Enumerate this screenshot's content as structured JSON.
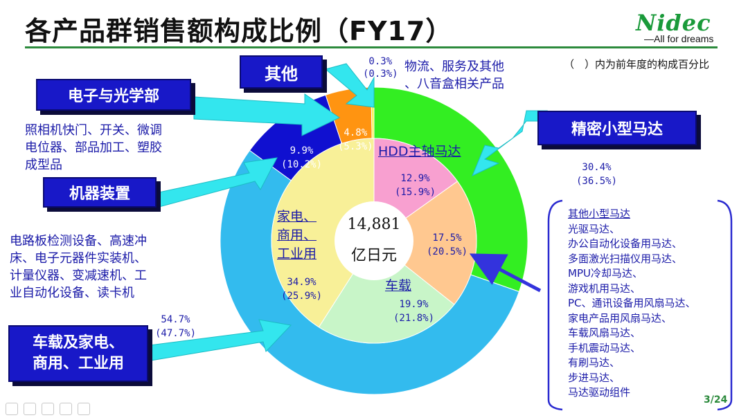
{
  "title": "各产品群销售额构成比例（FY17）",
  "logo": {
    "word": "Nidec",
    "tagline": "All for dreams"
  },
  "note": "（　）内为前年度的构成百分比",
  "page_number": "3/24",
  "center": {
    "value": "14,881",
    "unit": "亿日元"
  },
  "callouts": {
    "other": "其他",
    "electronics": "电子与光学部",
    "machinery": "机器装置",
    "auto_home": [
      "车载及家电、",
      "商用、工业用"
    ],
    "precision": "精密小型马达"
  },
  "descriptions": {
    "other": [
      "物流、服务及其他",
      "、八音盒相关产品"
    ],
    "electronics": [
      "照相机快门、开关、微调",
      "电位器、部品加工、塑胶",
      "成型品"
    ],
    "machinery": [
      "电路板检测设备、高速冲",
      "床、电子元器件实装机、",
      "计量仪器、变减速机、工",
      "业自动化设备、读卡机"
    ],
    "small_motor_title": "其他小型马达",
    "small_motor_items": [
      "光驱马达、",
      "办公自动化设备用马达、",
      "多面激光扫描仪用马达、",
      "MPU冷却马达、",
      "游戏机用马达、",
      "PC、通讯设备用风扇马达、",
      "家电产品用风扇马达、",
      "车载风扇马达、",
      "手机震动马达、",
      "有刷马达、",
      "步进马达、",
      "马达驱动组件"
    ]
  },
  "chart_data": {
    "type": "pie",
    "rings": [
      {
        "ring": "outer",
        "slices": [
          {
            "label": "精密小型马达",
            "value": 30.4,
            "prev": 36.5,
            "color": "#33ee22"
          },
          {
            "label": "车载及家电、商用、工业用",
            "value": 54.7,
            "prev": 47.7,
            "color": "#33bbee"
          },
          {
            "label": "机器装置",
            "value": 9.9,
            "prev": 10.2,
            "color": "#1010d0"
          },
          {
            "label": "电子与光学部",
            "value": 4.8,
            "prev": 5.3,
            "color": "#ff9411"
          },
          {
            "label": "其他",
            "value": 0.3,
            "prev": 0.3,
            "color": "#ffee55"
          }
        ]
      },
      {
        "ring": "inner",
        "slices": [
          {
            "label": "HDD主轴马达",
            "value": 12.9,
            "prev": 15.9,
            "color": "#f8a0d0"
          },
          {
            "label": "其他小型马达",
            "value": 17.5,
            "prev": 20.5,
            "color": "#ffc890"
          },
          {
            "label": "车载",
            "value": 19.9,
            "prev": 21.8,
            "color": "#c8f5c8"
          },
          {
            "label": "家电、商用、工业用",
            "value": 34.9,
            "prev": 25.9,
            "color": "#f8f098"
          }
        ]
      }
    ],
    "labels": {
      "precision": [
        "30.4%",
        "(36.5%)"
      ],
      "auto_home": [
        "54.7%",
        "(47.7%)"
      ],
      "machinery": [
        "9.9%",
        "(10.2%)"
      ],
      "electronics": [
        "4.8%",
        "(5.3%)"
      ],
      "other": [
        "0.3%",
        "(0.3%)"
      ],
      "hdd": [
        "12.9%",
        "(15.9%)"
      ],
      "small_motor": [
        "17.5%",
        "(20.5%)"
      ],
      "auto": [
        "19.9%",
        "(21.8%)"
      ],
      "home": [
        "34.9%",
        "(25.9%)"
      ]
    },
    "segment_titles": {
      "hdd": "HDD主轴马达",
      "auto": "车载",
      "home": [
        "家电、",
        "商用、",
        "工业用"
      ]
    }
  }
}
